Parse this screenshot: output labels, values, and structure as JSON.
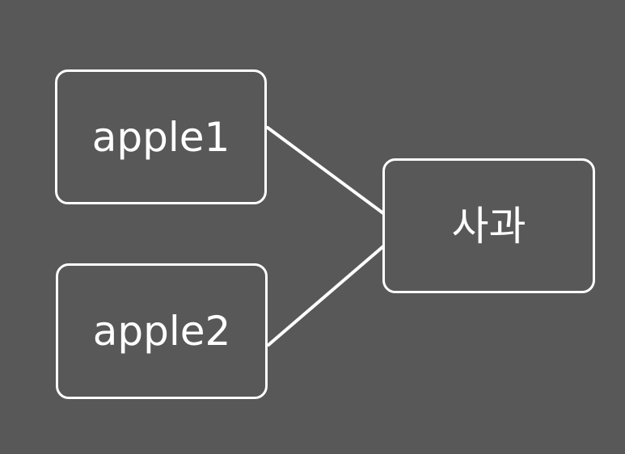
{
  "diagram": {
    "background": "#585858",
    "line_color": "#ffffff",
    "nodes": [
      {
        "id": "apple1",
        "label": "apple1"
      },
      {
        "id": "apple2",
        "label": "apple2"
      },
      {
        "id": "sagwa",
        "label": "사과"
      }
    ],
    "edges": [
      {
        "from": "apple1",
        "to": "sagwa"
      },
      {
        "from": "apple2",
        "to": "sagwa"
      }
    ]
  }
}
